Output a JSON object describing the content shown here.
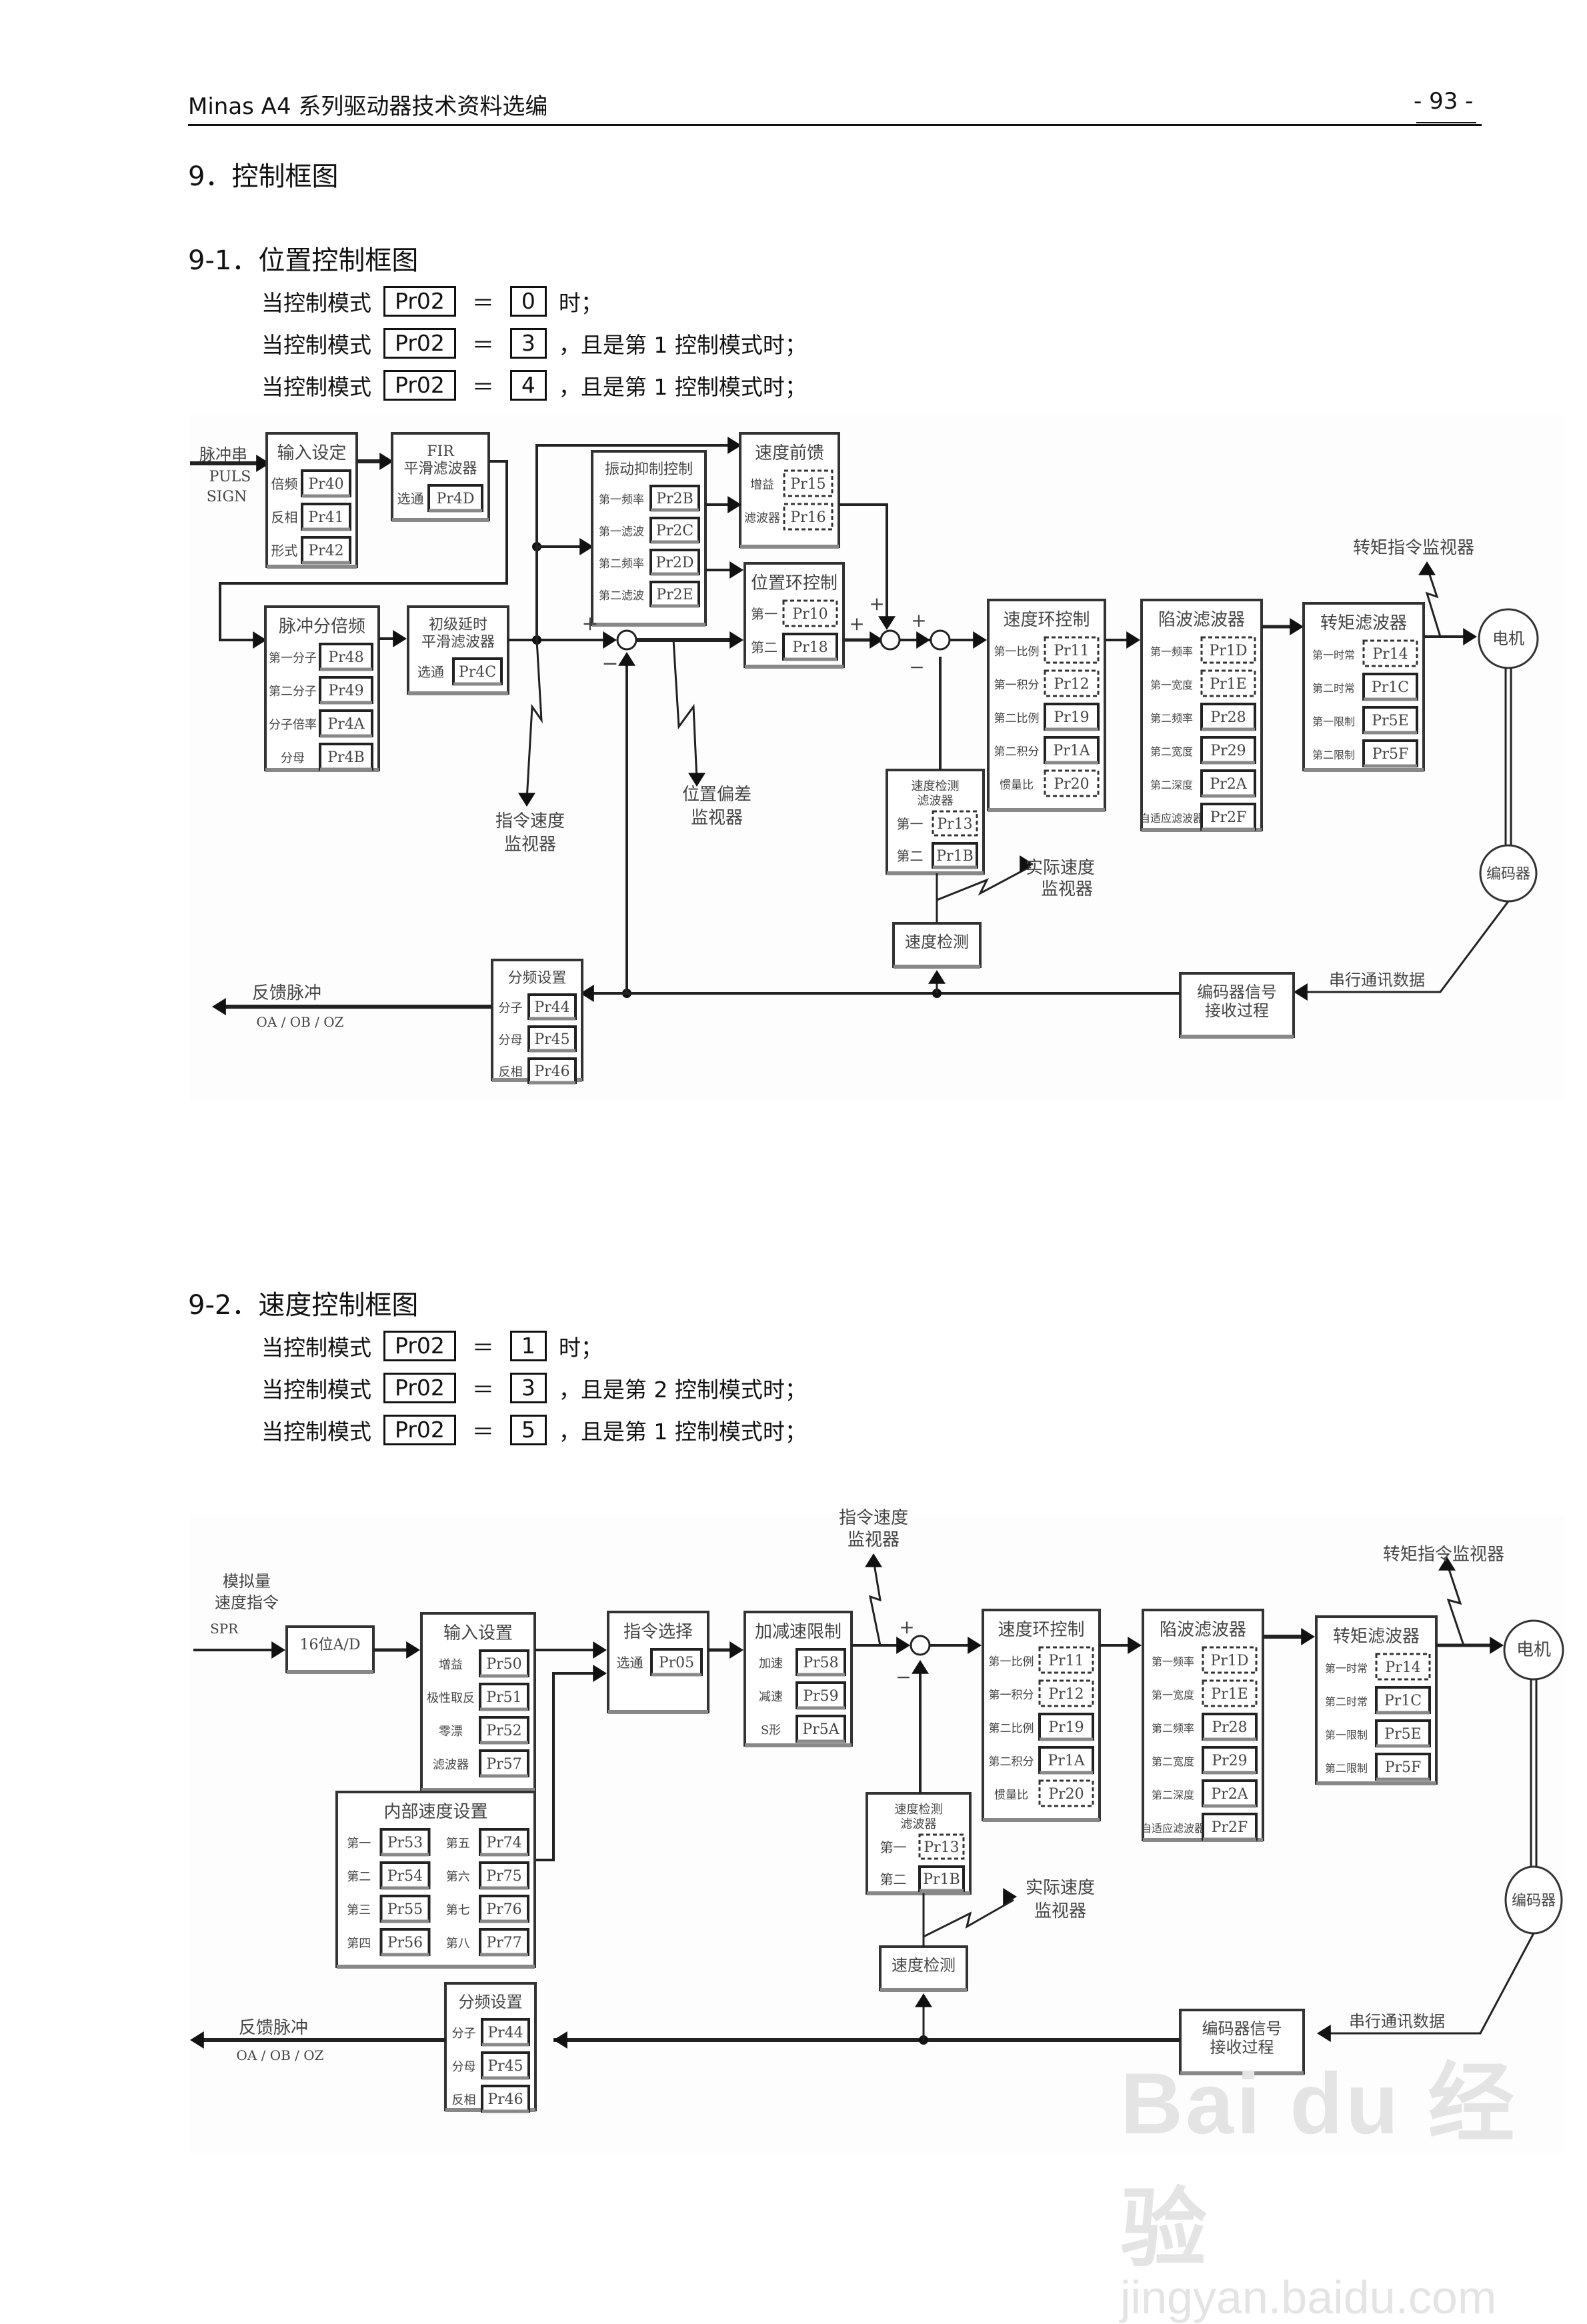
{
  "header": {
    "title": "Minas A4 系列驱动器技术资料选编",
    "page": "- 93 -"
  },
  "section": {
    "title": "9．控制框图"
  },
  "position": {
    "title": "9-1．位置控制框图",
    "conditions": [
      {
        "prefix": "当控制模式",
        "param": "Pr02",
        "eq": "＝",
        "value": "0",
        "suffix": "时；"
      },
      {
        "prefix": "当控制模式",
        "param": "Pr02",
        "eq": "＝",
        "value": "3",
        "suffix": "，且是第 1 控制模式时；"
      },
      {
        "prefix": "当控制模式",
        "param": "Pr02",
        "eq": "＝",
        "value": "4",
        "suffix": "，且是第 1 控制模式时；"
      }
    ],
    "labels": {
      "input_signal": [
        "脉冲串",
        "PULS",
        "SIGN"
      ],
      "cmd_speed_monitor": [
        "指令速度",
        "监视器"
      ],
      "pos_dev_monitor": [
        "位置偏差",
        "监视器"
      ],
      "torque_cmd_monitor": "转矩指令监视器",
      "actual_speed_monitor": [
        "实际速度",
        "监视器"
      ],
      "motor": "电机",
      "encoder": "编码器",
      "serial_data": "串行通讯数据",
      "feedback_pulse": "反馈脉冲",
      "feedback_signals": "OA / OB / OZ",
      "plus": "+",
      "minus": "−"
    },
    "blocks": [
      {
        "id": "input-setting",
        "title": [
          "输入设定"
        ],
        "params": [
          {
            "label": "倍频",
            "param": "Pr40"
          },
          {
            "label": "反相",
            "param": "Pr41"
          },
          {
            "label": "形式",
            "param": "Pr42"
          }
        ]
      },
      {
        "id": "fir-filter",
        "title": [
          "FIR",
          "平滑滤波器"
        ],
        "params": [
          {
            "label": "选通",
            "param": "Pr4D"
          }
        ]
      },
      {
        "id": "vibration-control",
        "title": [
          "振动抑制控制"
        ],
        "params": [
          {
            "label": "第一频率",
            "param": "Pr2B"
          },
          {
            "label": "第一滤波",
            "param": "Pr2C"
          },
          {
            "label": "第二频率",
            "param": "Pr2D"
          },
          {
            "label": "第二滤波",
            "param": "Pr2E"
          }
        ]
      },
      {
        "id": "speed-feedforward",
        "title": [
          "速度前馈"
        ],
        "params": [
          {
            "label": "增益",
            "param": "Pr15",
            "dashed": true
          },
          {
            "label": "滤波器",
            "param": "Pr16",
            "dashed": true
          }
        ]
      },
      {
        "id": "pulse-divider",
        "title": [
          "脉冲分倍频"
        ],
        "params": [
          {
            "label": "第一分子",
            "param": "Pr48"
          },
          {
            "label": "第二分子",
            "param": "Pr49"
          },
          {
            "label": "分子倍率",
            "param": "Pr4A"
          },
          {
            "label": "分母",
            "param": "Pr4B"
          }
        ]
      },
      {
        "id": "primary-delay-filter",
        "title": [
          "初级延时",
          "平滑滤波器"
        ],
        "params": [
          {
            "label": "选通",
            "param": "Pr4C"
          }
        ]
      },
      {
        "id": "position-loop",
        "title": [
          "位置环控制"
        ],
        "params": [
          {
            "label": "第一",
            "param": "Pr10",
            "dashed": true
          },
          {
            "label": "第二",
            "param": "Pr18"
          }
        ]
      },
      {
        "id": "speed-loop",
        "title": [
          "速度环控制"
        ],
        "params": [
          {
            "label": "第一比例",
            "param": "Pr11",
            "dashed": true
          },
          {
            "label": "第一积分",
            "param": "Pr12",
            "dashed": true
          },
          {
            "label": "第二比例",
            "param": "Pr19"
          },
          {
            "label": "第二积分",
            "param": "Pr1A"
          },
          {
            "label": "惯量比",
            "param": "Pr20",
            "dashed": true
          }
        ]
      },
      {
        "id": "notch-filter",
        "title": [
          "陷波滤波器"
        ],
        "params": [
          {
            "label": "第一频率",
            "param": "Pr1D",
            "dashed": true
          },
          {
            "label": "第一宽度",
            "param": "Pr1E",
            "dashed": true
          },
          {
            "label": "第二频率",
            "param": "Pr28"
          },
          {
            "label": "第二宽度",
            "param": "Pr29"
          },
          {
            "label": "第二深度",
            "param": "Pr2A"
          },
          {
            "label": "自适应滤波器",
            "param": "Pr2F"
          }
        ]
      },
      {
        "id": "torque-filter",
        "title": [
          "转矩滤波器"
        ],
        "params": [
          {
            "label": "第一时常",
            "param": "Pr14",
            "dashed": true
          },
          {
            "label": "第二时常",
            "param": "Pr1C"
          },
          {
            "label": "第一限制",
            "param": "Pr5E"
          },
          {
            "label": "第二限制",
            "param": "Pr5F"
          }
        ]
      },
      {
        "id": "speed-detect-filter",
        "title": [
          "速度检测",
          "滤波器"
        ],
        "params": [
          {
            "label": "第一",
            "param": "Pr13",
            "dashed": true
          },
          {
            "label": "第二",
            "param": "Pr1B"
          }
        ]
      },
      {
        "id": "speed-detect",
        "title": [
          "速度检测"
        ],
        "params": []
      },
      {
        "id": "divider-setting",
        "title": [
          "分频设置"
        ],
        "params": [
          {
            "label": "分子",
            "param": "Pr44"
          },
          {
            "label": "分母",
            "param": "Pr45"
          },
          {
            "label": "反相",
            "param": "Pr46"
          }
        ]
      },
      {
        "id": "encoder-receive",
        "title": [
          "编码器信号",
          "接收过程"
        ],
        "params": []
      }
    ]
  },
  "speed": {
    "title": "9-2．速度控制框图",
    "conditions": [
      {
        "prefix": "当控制模式",
        "param": "Pr02",
        "eq": "＝",
        "value": "1",
        "suffix": "时；"
      },
      {
        "prefix": "当控制模式",
        "param": "Pr02",
        "eq": "＝",
        "value": "3",
        "suffix": "，且是第 2 控制模式时；"
      },
      {
        "prefix": "当控制模式",
        "param": "Pr02",
        "eq": "＝",
        "value": "5",
        "suffix": "，且是第 1 控制模式时；"
      }
    ],
    "labels": {
      "input_signal": [
        "模拟量",
        "速度指令",
        "SPR"
      ],
      "cmd_speed_monitor": [
        "指令速度",
        "监视器"
      ],
      "torque_cmd_monitor": "转矩指令监视器",
      "actual_speed_monitor": [
        "实际速度",
        "监视器"
      ],
      "motor": "电机",
      "encoder": "编码器",
      "serial_data": "串行通讯数据",
      "feedback_pulse": "反馈脉冲",
      "feedback_signals": "OA / OB / OZ",
      "plus": "+",
      "minus": "−"
    },
    "blocks": [
      {
        "id": "ad-converter",
        "title": [
          "16位A/D"
        ],
        "params": []
      },
      {
        "id": "input-setting",
        "title": [
          "输入设置"
        ],
        "params": [
          {
            "label": "增益",
            "param": "Pr50"
          },
          {
            "label": "极性取反",
            "param": "Pr51"
          },
          {
            "label": "零漂",
            "param": "Pr52"
          },
          {
            "label": "滤波器",
            "param": "Pr57"
          }
        ]
      },
      {
        "id": "command-select",
        "title": [
          "指令选择"
        ],
        "params": [
          {
            "label": "选通",
            "param": "Pr05"
          }
        ]
      },
      {
        "id": "accel-decel-limit",
        "title": [
          "加减速限制"
        ],
        "params": [
          {
            "label": "加速",
            "param": "Pr58"
          },
          {
            "label": "减速",
            "param": "Pr59"
          },
          {
            "label": "S形",
            "param": "Pr5A"
          }
        ]
      },
      {
        "id": "internal-speed",
        "title": [
          "内部速度设置"
        ],
        "params": [
          {
            "label": "第一",
            "param": "Pr53"
          },
          {
            "label": "第二",
            "param": "Pr54"
          },
          {
            "label": "第三",
            "param": "Pr55"
          },
          {
            "label": "第四",
            "param": "Pr56"
          },
          {
            "label": "第五",
            "param": "Pr74"
          },
          {
            "label": "第六",
            "param": "Pr75"
          },
          {
            "label": "第七",
            "param": "Pr76"
          },
          {
            "label": "第八",
            "param": "Pr77"
          }
        ]
      },
      {
        "id": "speed-loop",
        "title": [
          "速度环控制"
        ],
        "params": [
          {
            "label": "第一比例",
            "param": "Pr11",
            "dashed": true
          },
          {
            "label": "第一积分",
            "param": "Pr12",
            "dashed": true
          },
          {
            "label": "第二比例",
            "param": "Pr19"
          },
          {
            "label": "第二积分",
            "param": "Pr1A"
          },
          {
            "label": "惯量比",
            "param": "Pr20",
            "dashed": true
          }
        ]
      },
      {
        "id": "notch-filter",
        "title": [
          "陷波滤波器"
        ],
        "params": [
          {
            "label": "第一频率",
            "param": "Pr1D",
            "dashed": true
          },
          {
            "label": "第一宽度",
            "param": "Pr1E",
            "dashed": true
          },
          {
            "label": "第二频率",
            "param": "Pr28"
          },
          {
            "label": "第二宽度",
            "param": "Pr29"
          },
          {
            "label": "第二深度",
            "param": "Pr2A"
          },
          {
            "label": "自适应滤波器",
            "param": "Pr2F"
          }
        ]
      },
      {
        "id": "torque-filter",
        "title": [
          "转矩滤波器"
        ],
        "params": [
          {
            "label": "第一时常",
            "param": "Pr14",
            "dashed": true
          },
          {
            "label": "第二时常",
            "param": "Pr1C"
          },
          {
            "label": "第一限制",
            "param": "Pr5E"
          },
          {
            "label": "第二限制",
            "param": "Pr5F"
          }
        ]
      },
      {
        "id": "speed-detect-filter",
        "title": [
          "速度检测",
          "滤波器"
        ],
        "params": [
          {
            "label": "第一",
            "param": "Pr13",
            "dashed": true
          },
          {
            "label": "第二",
            "param": "Pr1B"
          }
        ]
      },
      {
        "id": "speed-detect",
        "title": [
          "速度检测"
        ],
        "params": []
      },
      {
        "id": "divider-setting",
        "title": [
          "分频设置"
        ],
        "params": [
          {
            "label": "分子",
            "param": "Pr44"
          },
          {
            "label": "分母",
            "param": "Pr45"
          },
          {
            "label": "反相",
            "param": "Pr46"
          }
        ]
      },
      {
        "id": "encoder-receive",
        "title": [
          "编码器信号",
          "接收过程"
        ],
        "params": []
      }
    ]
  },
  "watermark": {
    "brand": "Bai du 经验",
    "url": "jingyan.baidu.com"
  }
}
